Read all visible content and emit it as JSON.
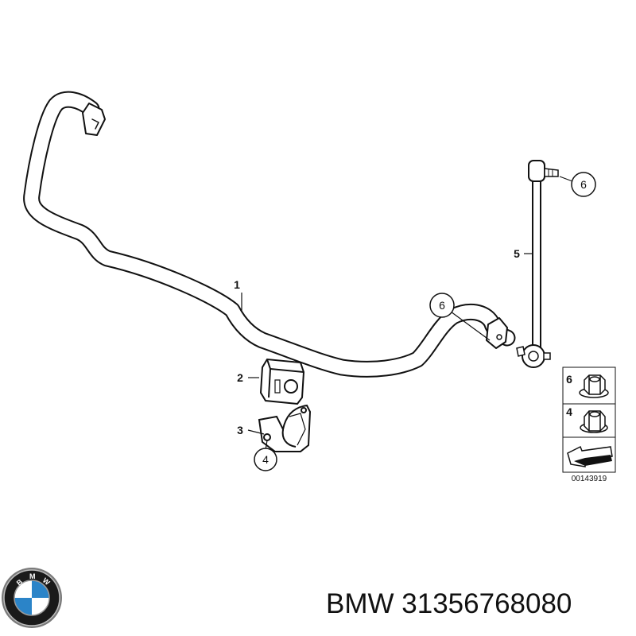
{
  "diagram": {
    "callouts": {
      "part_1": "1",
      "part_2": "2",
      "part_3": "3",
      "part_4_circled": "4",
      "part_5": "5",
      "part_6_top": "6",
      "part_6_mid": "6"
    },
    "legend": {
      "nut_6": "6",
      "nut_4": "4"
    },
    "reference_number": "00143919"
  },
  "caption": {
    "brand": "BMW",
    "part_number": "31356768080"
  },
  "logo": {
    "lettering": "BMW",
    "colors": {
      "blue": "#2b84c8",
      "white": "#ffffff",
      "ring": "#1a1a1a",
      "rim": "#9a9a9a"
    }
  }
}
